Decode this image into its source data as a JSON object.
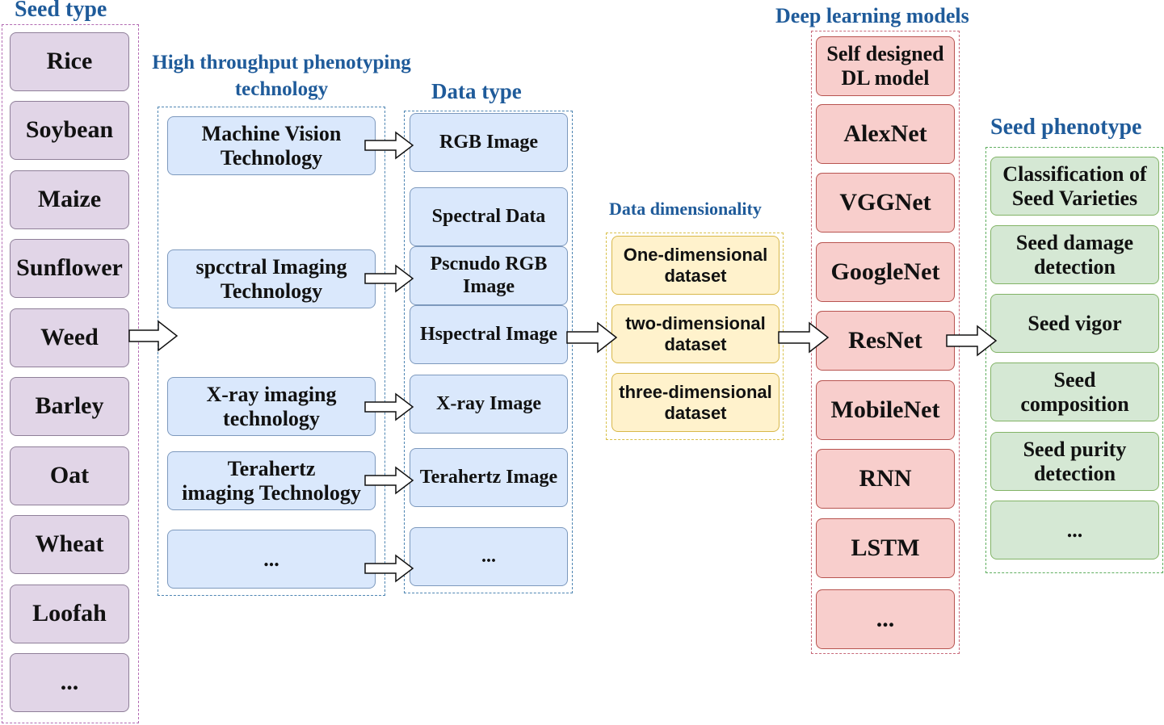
{
  "titles": {
    "seed_type": "Seed type",
    "htp": "High throughput phenotyping\ntechnology",
    "data_type": "Data type",
    "data_dim": "Data dimensionality",
    "dl_models": "Deep learning models",
    "seed_phenotype": "Seed phenotype"
  },
  "seed_types": [
    "Rice",
    "Soybean",
    "Maize",
    "Sunflower",
    "Weed",
    "Barley",
    "Oat",
    "Wheat",
    "Loofah",
    "..."
  ],
  "technologies": [
    "Machine Vision\nTechnology",
    "spcctral Imaging\nTechnology",
    "X-ray imaging\ntechnology",
    "Terahertz\nimaging Technology",
    "..."
  ],
  "data_types": [
    "RGB Image",
    "Spectral Data",
    "Pscnudo RGB\nImage",
    "Hspectral Image",
    "X-ray Image",
    "Terahertz Image",
    "..."
  ],
  "dimensions": [
    "One-dimensional\ndataset",
    "two-dimensional\ndataset",
    "three-dimensional\ndataset"
  ],
  "models": [
    "Self designed\nDL model",
    "AlexNet",
    "VGGNet",
    "GoogleNet",
    "ResNet",
    "MobileNet",
    "RNN",
    "LSTM",
    "..."
  ],
  "phenotypes": [
    "Classification of\nSeed Varieties",
    "Seed damage\ndetection",
    "Seed vigor",
    "Seed\ncomposition",
    "Seed purity\ndetection",
    "..."
  ],
  "colors": {
    "title": "#1f5b9a",
    "seed_fill": "#e1d5e7",
    "tech_fill": "#dae8fc",
    "dim_fill": "#fff2cc",
    "model_fill": "#f8cecc",
    "phenotype_fill": "#d5e8d4"
  }
}
